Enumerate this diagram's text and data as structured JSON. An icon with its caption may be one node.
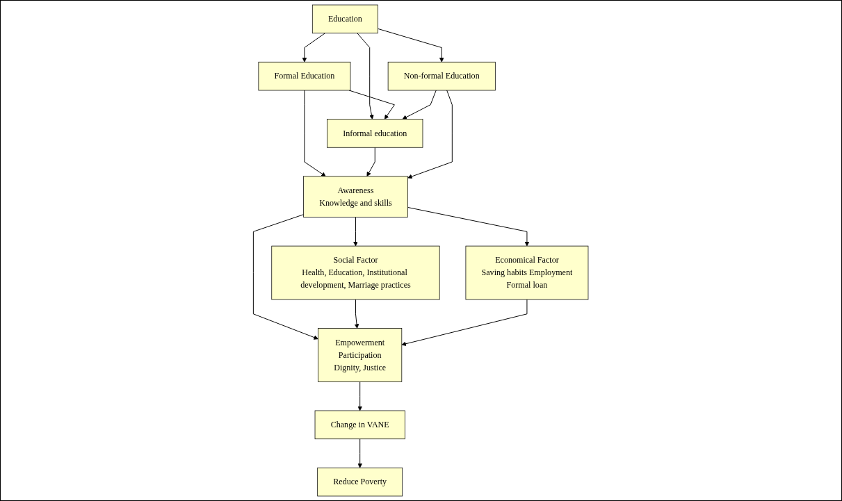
{
  "diagram": {
    "nodes": [
      {
        "text": [
          "Education"
        ]
      },
      {
        "text": [
          "Formal Education"
        ]
      },
      {
        "text": [
          "Non-formal Education"
        ]
      },
      {
        "text": [
          "Informal education"
        ]
      },
      {
        "text": [
          "Awareness",
          "Knowledge and skills"
        ]
      },
      {
        "text": [
          "Social Factor",
          "Health, Education, Institutional development, Marriage practices"
        ]
      },
      {
        "text": [
          "Empowerment",
          "Participation",
          "Dignity, Justice"
        ]
      },
      {
        "text": [
          "Economical Factor",
          "Saving habits Employment",
          "Formal loan"
        ]
      },
      {
        "text": [
          "Change in VANE"
        ]
      },
      {
        "text": [
          "Reduce Poverty"
        ]
      }
    ],
    "edges": [
      {
        "from": 0,
        "to": 1,
        "arrow": "to"
      },
      {
        "from": 0,
        "to": 3,
        "arrow": "to"
      },
      {
        "from": 0,
        "to": 2,
        "arrow": "to"
      },
      {
        "from": 1,
        "to": 3,
        "arrow": "to"
      },
      {
        "from": 2,
        "to": 3,
        "arrow": "to"
      },
      {
        "from": 1,
        "to": 4,
        "arrow": "to"
      },
      {
        "from": 3,
        "to": 4,
        "arrow": "to"
      },
      {
        "from": 2,
        "to": 4,
        "arrow": "to"
      },
      {
        "from": 4,
        "to": 5,
        "arrow": "to"
      },
      {
        "from": 4,
        "to": 6,
        "arrow": "to"
      },
      {
        "from": 4,
        "to": 7,
        "arrow": "to"
      },
      {
        "from": 5,
        "to": 6,
        "arrow": "to"
      },
      {
        "from": 7,
        "to": 6,
        "arrow": "to"
      },
      {
        "from": 6,
        "to": 8,
        "arrow": "to"
      },
      {
        "from": 8,
        "to": 9,
        "arrow": "to"
      }
    ]
  }
}
